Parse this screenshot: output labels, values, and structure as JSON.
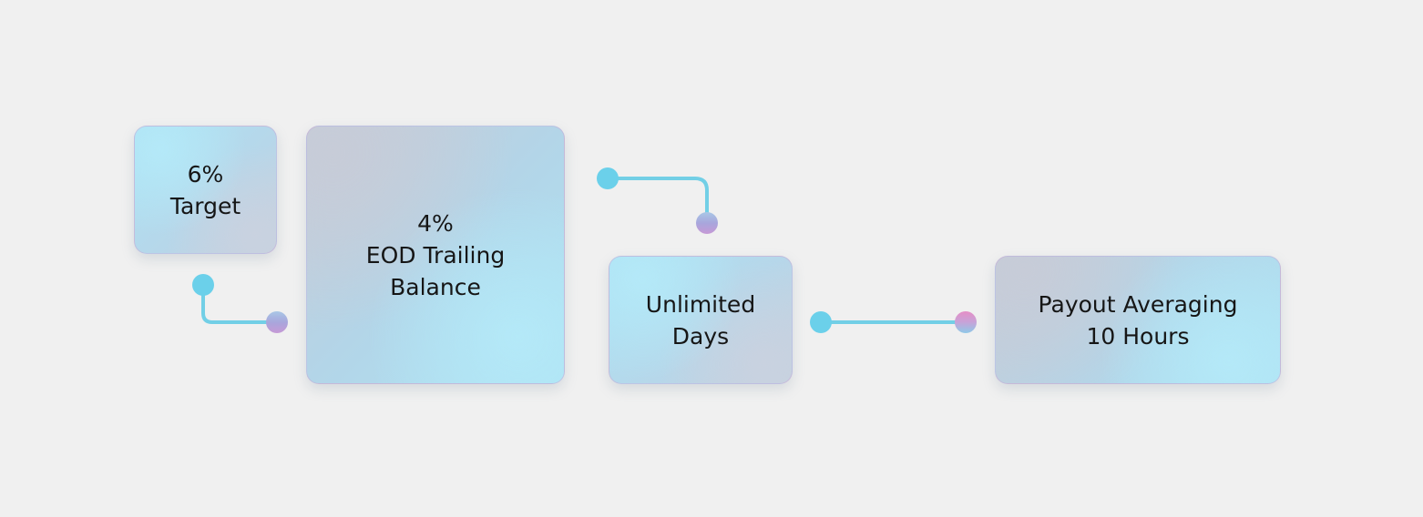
{
  "cards": {
    "target": {
      "lines": [
        "6%",
        "Target"
      ]
    },
    "eod": {
      "lines": [
        "4%",
        "EOD Trailing",
        "Balance"
      ]
    },
    "days": {
      "lines": [
        "Unlimited",
        "Days"
      ]
    },
    "payout": {
      "lines": [
        "Payout Averaging",
        "10 Hours"
      ]
    }
  },
  "colors": {
    "background": "#f0f0f0",
    "connector_line": "#72cfe6",
    "node_start": "#6bd0ea",
    "node_end_gradient": [
      "#b39ddb",
      "#a9c7e6"
    ],
    "node_end_pink": "#de8fc8",
    "text": "#161616"
  }
}
